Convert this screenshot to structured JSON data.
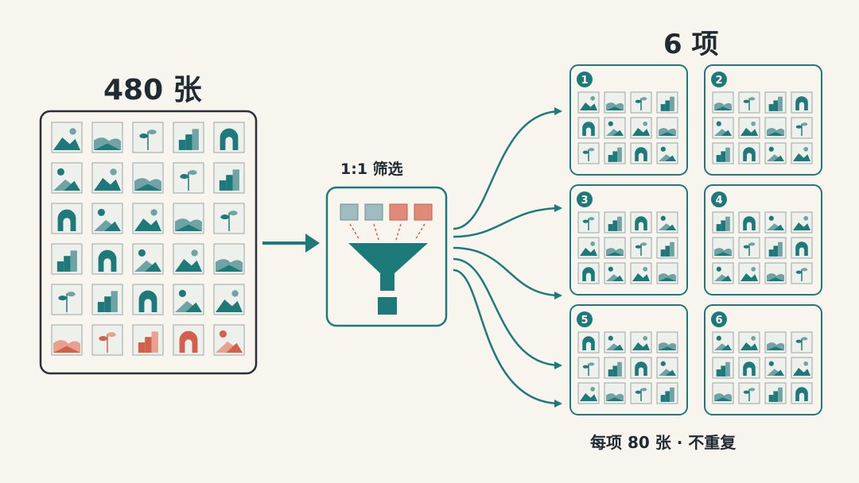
{
  "source_pool": {
    "label": "480 张",
    "rows": 6,
    "cols": 5,
    "highlight_row_color": "#d2604a"
  },
  "filter": {
    "label": "1:1 筛选",
    "icon": "funnel-icon",
    "input_squares": [
      "#9fbcc3",
      "#9fbcc3",
      "#e08b78",
      "#e08b78"
    ]
  },
  "output": {
    "label": "6 项",
    "note": "每项 80 张 · 不重复",
    "groups": [
      {
        "number": "1"
      },
      {
        "number": "2"
      },
      {
        "number": "3"
      },
      {
        "number": "4"
      },
      {
        "number": "5"
      },
      {
        "number": "6"
      }
    ],
    "rows": 3,
    "cols": 4
  },
  "colors": {
    "primary": "#1e7a7a",
    "dark": "#1f4a55",
    "text": "#1f2a33",
    "frame": "#2a2f38",
    "thumb_bg": "#eef0ec",
    "background": "#f7f5ee"
  }
}
